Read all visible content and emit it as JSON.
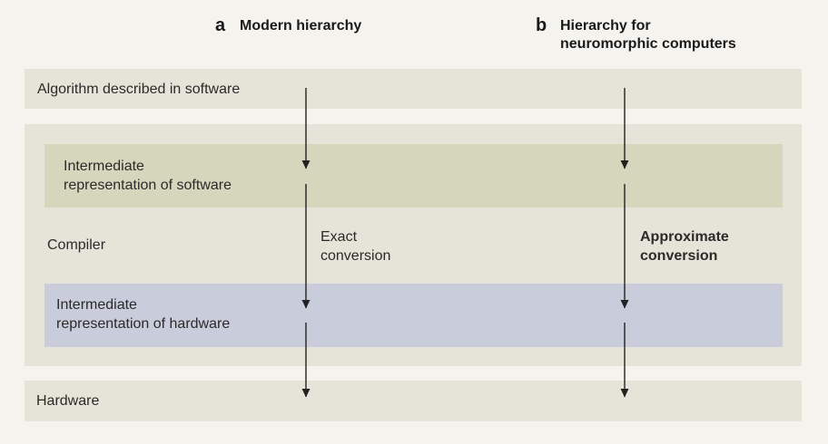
{
  "headers": {
    "a": {
      "letter": "a",
      "title": "Modern hierarchy"
    },
    "b": {
      "letter": "b",
      "title_line1": "Hierarchy for",
      "title_line2": "neuromorphic computers"
    }
  },
  "layers": {
    "algorithm": "Algorithm described in software",
    "ir_software": {
      "line1": "Intermediate",
      "line2": "representation of software"
    },
    "compiler": "Compiler",
    "ir_hardware": {
      "line1": "Intermediate",
      "line2": "representation of hardware"
    },
    "hardware": "Hardware"
  },
  "conversions": {
    "exact": {
      "line1": "Exact",
      "line2": "conversion"
    },
    "approximate": {
      "line1": "Approximate",
      "line2": "conversion"
    }
  },
  "colors": {
    "background": "#f4f3ee",
    "outer_band": "#e6e4d8",
    "software_band": "#d6d6bd",
    "hardware_band": "#c9ccda",
    "arrow": "#222222"
  }
}
